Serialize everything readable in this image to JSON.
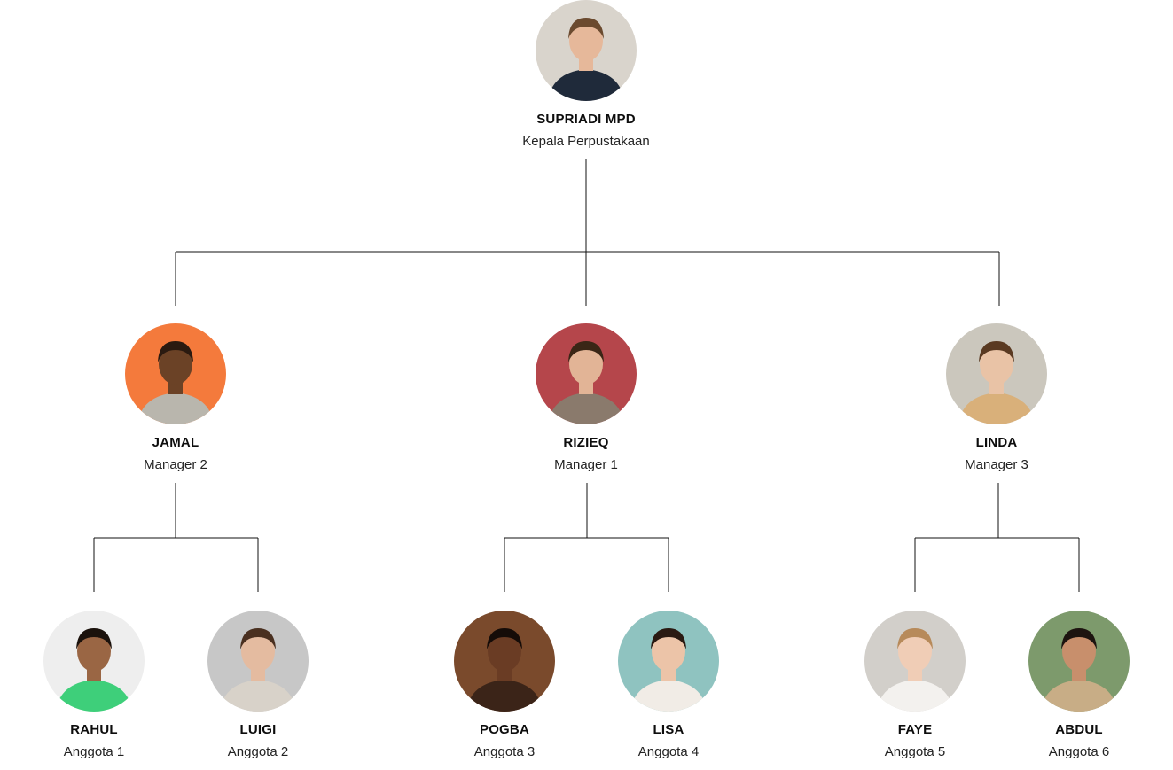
{
  "head": {
    "name": "SUPRIADI MPD",
    "role": "Kepala Perpustakaan",
    "avatar_bg": "#d9d4cc",
    "shirt": "#1f2a3a",
    "skin": "#e6b89a",
    "hair": "#6b4a2f"
  },
  "managers": [
    {
      "name": "JAMAL",
      "role": "Manager 2",
      "avatar_bg": "#f47a3c",
      "shirt": "#b9b6ad",
      "skin": "#6b4226",
      "hair": "#2a1a10"
    },
    {
      "name": "RIZIEQ",
      "role": "Manager 1",
      "avatar_bg": "#b5464b",
      "shirt": "#8a7a6c",
      "skin": "#e2b496",
      "hair": "#3a2616"
    },
    {
      "name": "LINDA",
      "role": "Manager 3",
      "avatar_bg": "#cbc7bd",
      "shirt": "#d9b07a",
      "skin": "#e9c3a6",
      "hair": "#5a3a22"
    }
  ],
  "members": [
    {
      "name": "RAHUL",
      "role": "Anggota 1",
      "avatar_bg": "#eeeeee",
      "shirt": "#3ecf7a",
      "skin": "#9a6644",
      "hair": "#1b120c"
    },
    {
      "name": "LUIGI",
      "role": "Anggota 2",
      "avatar_bg": "#c7c7c7",
      "shirt": "#d8d2c9",
      "skin": "#e4bba0",
      "hair": "#4a3020"
    },
    {
      "name": "POGBA",
      "role": "Anggota 3",
      "avatar_bg": "#7a4a2c",
      "shirt": "#3b2418",
      "skin": "#6a3c24",
      "hair": "#150c08"
    },
    {
      "name": "LISA",
      "role": "Anggota 4",
      "avatar_bg": "#8fc3c0",
      "shirt": "#f1ece6",
      "skin": "#ecc4a8",
      "hair": "#2a1a12"
    },
    {
      "name": "FAYE",
      "role": "Anggota 5",
      "avatar_bg": "#d2cfca",
      "shirt": "#f3f1ee",
      "skin": "#f0cdb6",
      "hair": "#b78a5a"
    },
    {
      "name": "ABDUL",
      "role": "Anggota 6",
      "avatar_bg": "#7d9a6c",
      "shirt": "#c8ad86",
      "skin": "#c88f6c",
      "hair": "#1d1410"
    }
  ],
  "line_color": "#111111"
}
